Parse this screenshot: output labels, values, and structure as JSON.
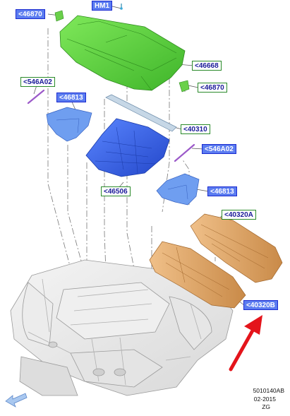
{
  "diagram": {
    "callouts": {
      "hm1": "HM1",
      "p46870_top": "<46870",
      "p46668": "<46668",
      "p46870_right": "<46870",
      "p546a02_left": "<546A02",
      "p46813_left": "<46813",
      "p40310": "<40310",
      "p546a02_right": "<546A02",
      "p46506": "<46506",
      "p46813_right": "<46813",
      "p40320a": "<40320A",
      "p40320b": "<40320B"
    },
    "reference": {
      "code": "5010140AB",
      "date": "02-2015",
      "author": "ZG"
    },
    "colors": {
      "shelf_green": "#5fd33d",
      "panel_blue": "#3a62e8",
      "bracket_blue": "#6a98e6",
      "panel_tan": "#e1a765",
      "callout_green_border": "#2a8a2a",
      "callout_blue_fill": "#5b7cf0",
      "arrow_red": "#e4141b",
      "leader_gray": "#666666"
    }
  }
}
